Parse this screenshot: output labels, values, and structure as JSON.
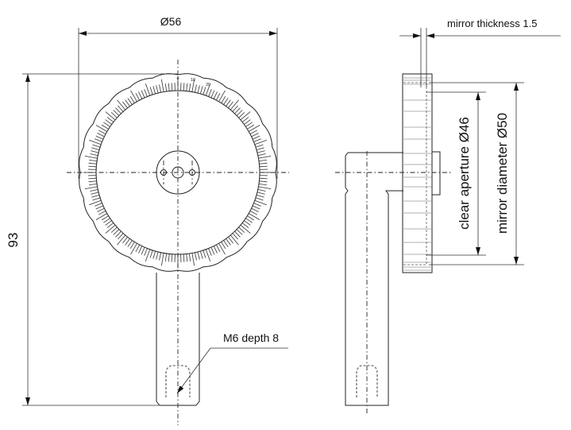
{
  "front_view": {
    "diameter_label": "Ø56",
    "height_label": "93",
    "thread_label": "M6 depth 8",
    "scale_labels": [
      "0",
      "10",
      "20"
    ]
  },
  "side_view": {
    "mirror_thickness_label": "mirror thickness 1.5",
    "clear_aperture_label": "clear aperture Ø46",
    "mirror_diameter_label": "mirror diameter Ø50"
  },
  "colors": {
    "line": "#222222",
    "hidden": "#888888"
  }
}
